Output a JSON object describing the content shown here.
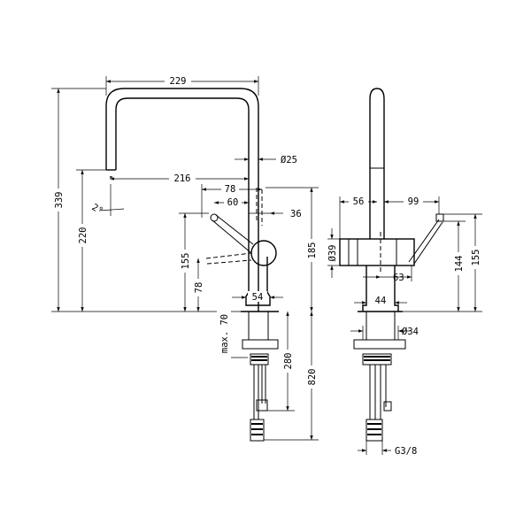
{
  "side_view": {
    "spout_reach_top": "229",
    "spout_outlet_offset": "216",
    "spout_diameter": "Ø25",
    "handle_reach": "78",
    "handle_to_axis": "60",
    "body_offset": "36",
    "base_diameter": "54",
    "total_height": "339",
    "outlet_height": "220",
    "swivel_angle": "2°",
    "handle_height": "155",
    "handle_pivot_height": "78",
    "body_height": "185",
    "max_deck_thickness": "max. 70",
    "shank_length": "280",
    "hose_length": "820"
  },
  "front_view": {
    "spout_half_width": "56",
    "handle_width": "99",
    "body_diameter": "Ø39",
    "lever_offset": "63",
    "base_width": "44",
    "lever_height": "144",
    "total_lever_height": "155",
    "shank_diameter": "Ø34",
    "thread": "G3/8"
  }
}
